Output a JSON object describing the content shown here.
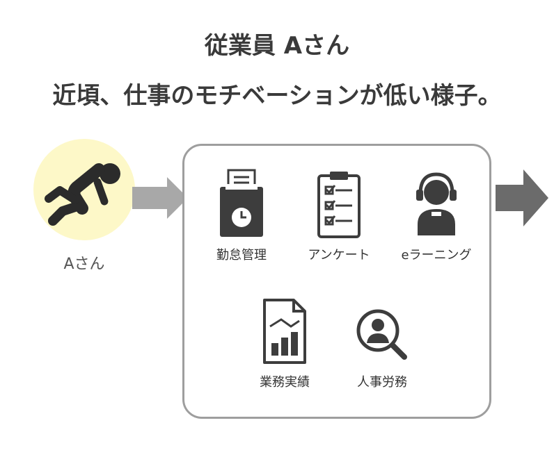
{
  "title_line1": "従業員 Aさん",
  "title_line2": "近頃、仕事のモチベーションが低い様子。",
  "person": {
    "label": "Aさん",
    "icon": "kneeling-person-icon",
    "circle_color": "#fdf8c8"
  },
  "sources": [
    {
      "label": "勤怠管理",
      "icon": "timecard-icon"
    },
    {
      "label": "アンケート",
      "icon": "clipboard-checklist-icon"
    },
    {
      "label": "eラーニング",
      "icon": "headset-user-icon"
    },
    {
      "label": "業務実績",
      "icon": "report-chart-icon"
    },
    {
      "label": "人事労務",
      "icon": "person-search-icon"
    }
  ],
  "colors": {
    "arrow_light": "#a8a8a8",
    "arrow_dark": "#6b6b6b",
    "icon": "#3d3d3d",
    "box_border": "#9e9e9e"
  }
}
